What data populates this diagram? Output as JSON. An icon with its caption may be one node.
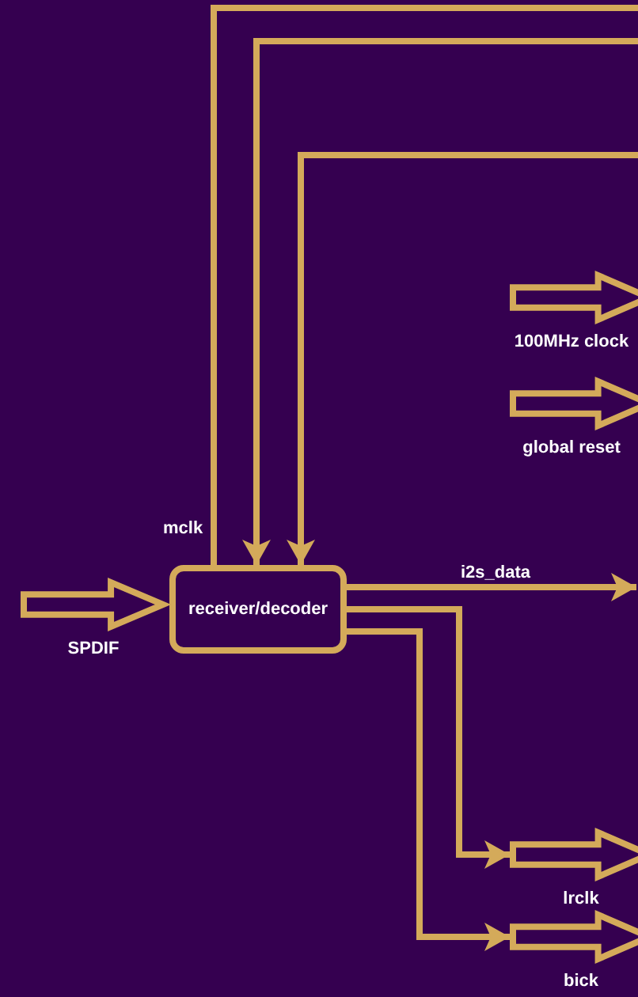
{
  "diagram": {
    "nodes": [
      {
        "text": [
          "receiver/decoder"
        ]
      },
      {
        "text": [],
        "shape": "arrow",
        "beside": [
          "SPDIF"
        ]
      },
      {
        "text": [],
        "shape": "arrow",
        "beside": [
          "100MHz clock"
        ]
      },
      {
        "text": [],
        "shape": "arrow",
        "beside": [
          "global reset"
        ]
      },
      {
        "text": [],
        "shape": "arrow",
        "beside": [
          "lrclk"
        ]
      },
      {
        "text": [],
        "shape": "arrow",
        "beside": [
          "bick"
        ]
      }
    ],
    "edges": [
      {
        "from": 0,
        "to": null,
        "arrow": "none",
        "label": "mclk"
      },
      {
        "from": null,
        "to": 0,
        "arrow": "to"
      },
      {
        "from": null,
        "to": 0,
        "arrow": "to"
      },
      {
        "from": 0,
        "to": null,
        "arrow": "to",
        "label": "i2s_data"
      },
      {
        "from": 0,
        "to": 4,
        "arrow": "to"
      },
      {
        "from": 0,
        "to": 5,
        "arrow": "to"
      }
    ]
  }
}
